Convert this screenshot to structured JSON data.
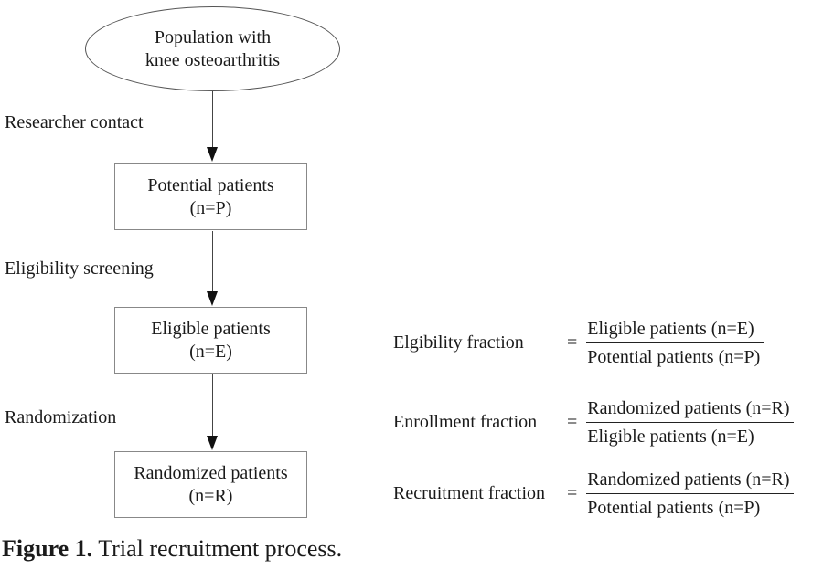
{
  "flowchart": {
    "ellipse": {
      "lines": [
        "Population with",
        "knee osteoarthritis"
      ]
    },
    "steps": [
      {
        "label": "Researcher contact",
        "box": [
          "Potential patients",
          "(n=P)"
        ]
      },
      {
        "label": "Eligibility screening",
        "box": [
          "Eligible patients",
          "(n=E)"
        ]
      },
      {
        "label": "Randomization",
        "box": [
          "Randomized patients",
          "(n=R)"
        ]
      }
    ]
  },
  "equations": [
    {
      "label": "Elgibility fraction",
      "equals": "=",
      "numerator": "Eligible patients (n=E)",
      "denominator": "Potential patients (n=P)"
    },
    {
      "label": "Enrollment fraction",
      "equals": "=",
      "numerator": "Randomized patients (n=R)",
      "denominator": "Eligible patients (n=E)"
    },
    {
      "label": "Recruitment fraction",
      "equals": "=",
      "numerator": "Randomized patients (n=R)",
      "denominator": "Potential patients (n=P)"
    }
  ],
  "caption": {
    "bold": "Figure 1.",
    "text": " Trial recruitment process."
  },
  "colors": {
    "background": "#ffffff",
    "text": "#1a1a1a",
    "box_border": "#888888",
    "ellipse_border": "#555555",
    "arrow": "#111111"
  }
}
